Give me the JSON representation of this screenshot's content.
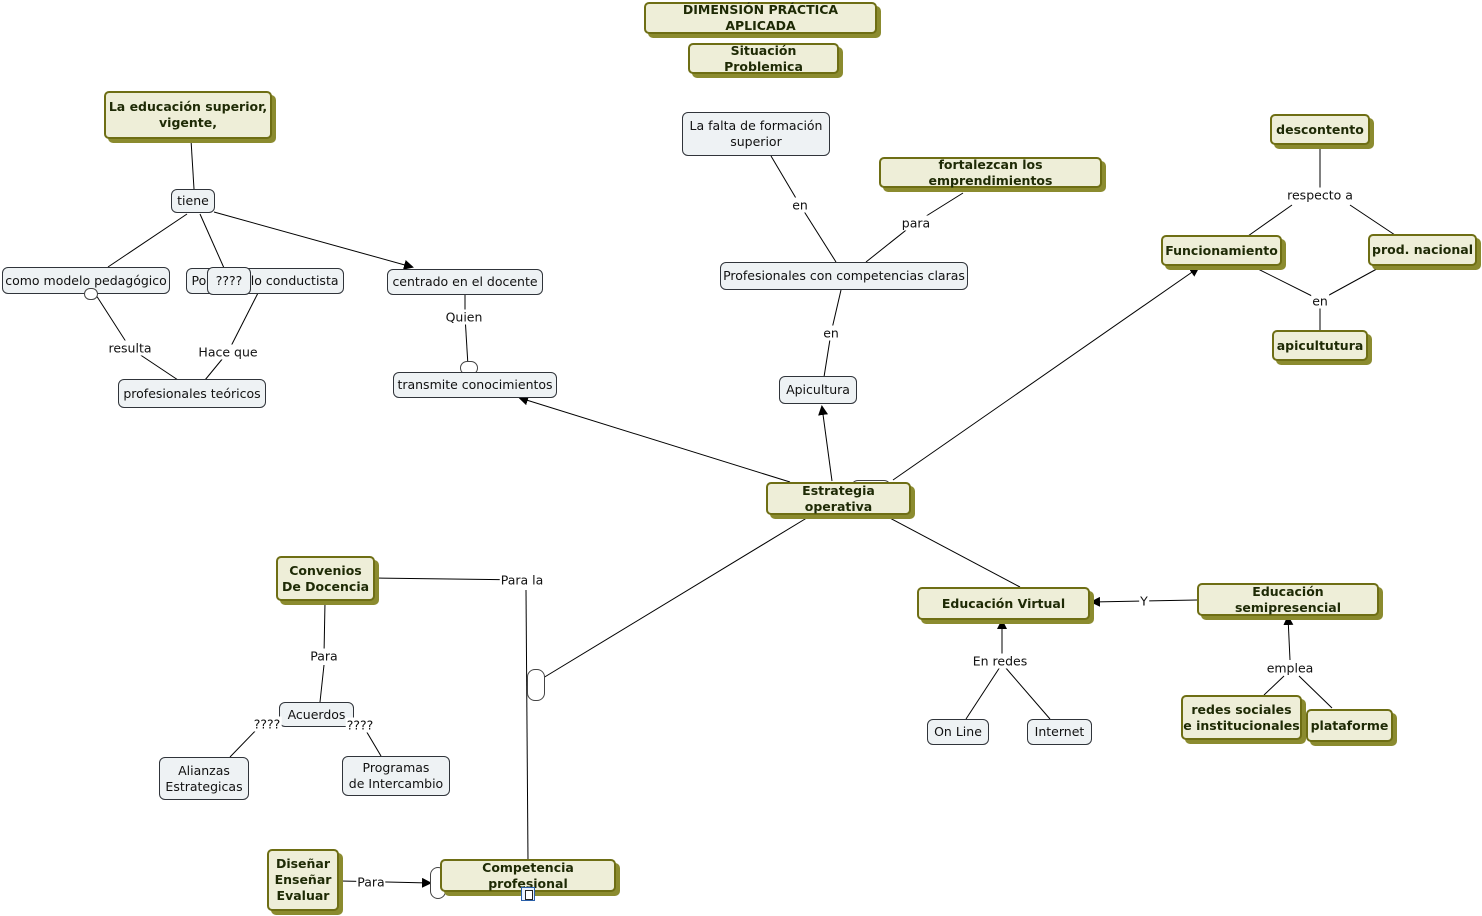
{
  "title": "DIMENSIÓN PRÁCTICA APLICADA",
  "subtitle": "Situación Problemica",
  "nodes": {
    "ed_superior": "La educación superior,\nvigente,",
    "tiene": "tiene",
    "modelo_pedagogico": "como modelo pedagógico",
    "modelo_conductista": "Por modelo conductista",
    "q1": "????",
    "centrado_docente": "centrado en el docente",
    "transmite": "transmite conocimientos",
    "teoricos": "profesionales teóricos",
    "falta_formacion": "La falta de formación\nsuperior",
    "fortalezcan": "fortalezcan los emprendimientos",
    "profesionales_claras": "Profesionales con competencias claras",
    "apicultura": "Apicultura",
    "descontento": "descontento",
    "funcionamiento": "Funcionamiento",
    "prod_nacional": "prod. nacional",
    "apicultutura": "apicultutura",
    "estrategia": "Estrategia operativa",
    "convenios": "Convenios\nDe Docencia",
    "acuerdos": "Acuerdos",
    "alianzas": "Alianzas\nEstrategicas",
    "programas": "Programas\nde Intercambio",
    "disenar": "Diseñar\nEnseñar\nEvaluar",
    "competencia": "Competencia profesional",
    "ed_virtual": "Educación Virtual",
    "ed_semipresencial": "Educación semipresencial",
    "online": "On Line",
    "internet": "Internet",
    "redes_sociales": "redes sociales\ne institucionales",
    "plataforme": "plataforme"
  },
  "links": {
    "resulta": "resulta",
    "hace_que": "Hace que",
    "quien": "Quien",
    "en1": "en",
    "para1": "para",
    "en2": "en",
    "respecto_a": "respecto a",
    "en3": "en",
    "para_la": "Para la",
    "para2": "Para",
    "q2": "????",
    "q3": "????",
    "para3": "Para",
    "y": "Y",
    "en_redes": "En redes",
    "emplea": "emplea"
  },
  "colors": {
    "concept_fill": "#eeeed8",
    "concept_border": "#6e6e14",
    "concept_shadow": "#8b8b2f",
    "sub_fill": "#eef2f4",
    "line": "#000000"
  }
}
